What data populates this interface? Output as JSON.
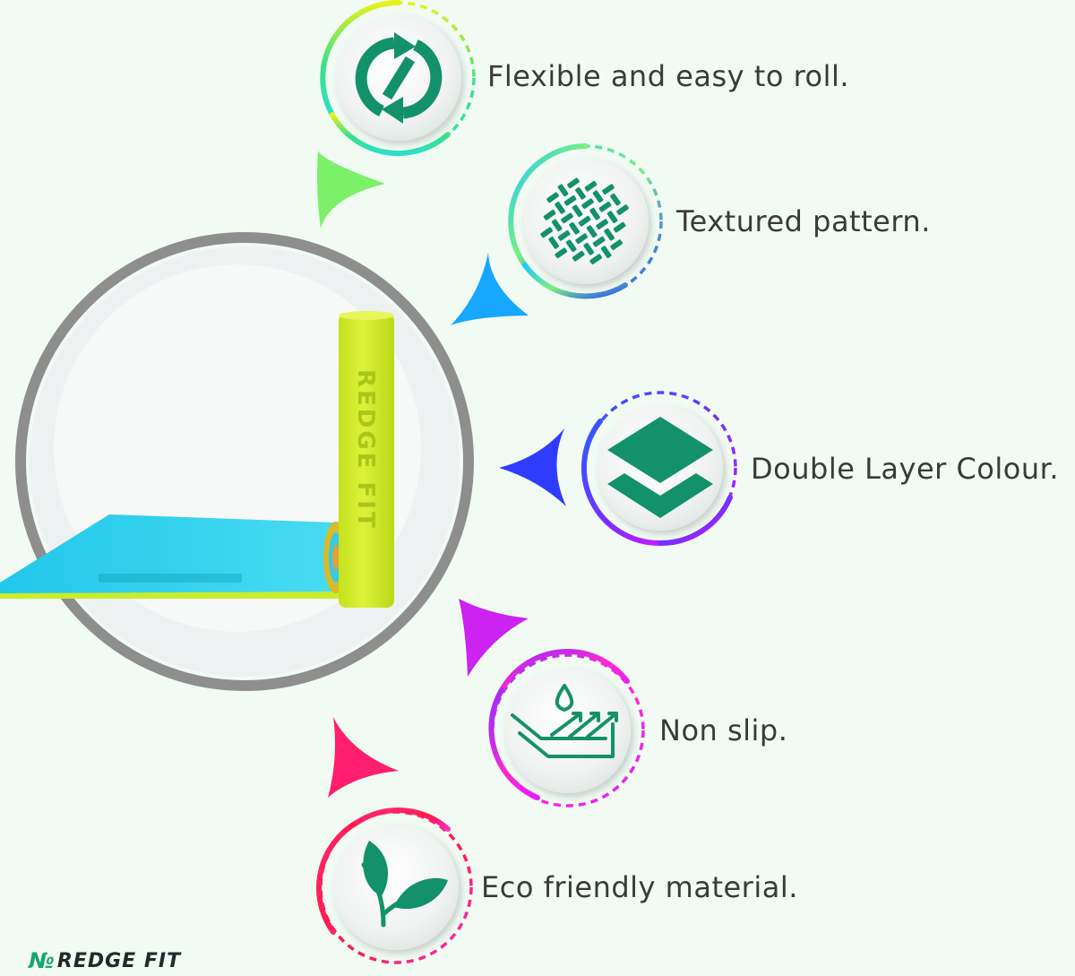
{
  "features": [
    {
      "id": "roll",
      "label": "Flexible and easy to roll.",
      "icon": "recycle-arrows-icon",
      "ring_colors": [
        "#e7f21a",
        "#39e08a",
        "#2ee0c8"
      ],
      "arrow_color": "#7df06a"
    },
    {
      "id": "texture",
      "label": "Textured pattern.",
      "icon": "woven-texture-icon",
      "ring_colors": [
        "#1ec7ff",
        "#7bf07f",
        "#2a4dff"
      ],
      "arrow_color": "#18a7ff"
    },
    {
      "id": "layer",
      "label": "Double Layer Colour.",
      "icon": "layers-icon",
      "ring_colors": [
        "#2a5cff",
        "#7a2dff",
        "#c21cff"
      ],
      "arrow_color": "#2f3cff"
    },
    {
      "id": "slip",
      "label": "Non slip.",
      "icon": "water-drop-arrows-icon",
      "ring_colors": [
        "#9b2cff",
        "#ff2ad0",
        "#e21cff"
      ],
      "arrow_color": "#cc22f2"
    },
    {
      "id": "eco",
      "label": "Eco friendly material.",
      "icon": "leaf-icon",
      "ring_colors": [
        "#ff2a7a",
        "#ff1a4a",
        "#ff2ac8"
      ],
      "arrow_color": "#ff1f6e"
    }
  ],
  "product": {
    "roll_text": "REDGE FIT",
    "mat_colors": {
      "top": "#33d3ee",
      "under": "#c9ec2c",
      "roll": "#d4ee2f"
    }
  },
  "brand": {
    "name": "REDGE FIT",
    "accent": "#1aa373"
  },
  "colors": {
    "icon_green": "#13916b",
    "background": "#f1fbf4",
    "hub_ring": "#8e8e8e"
  }
}
